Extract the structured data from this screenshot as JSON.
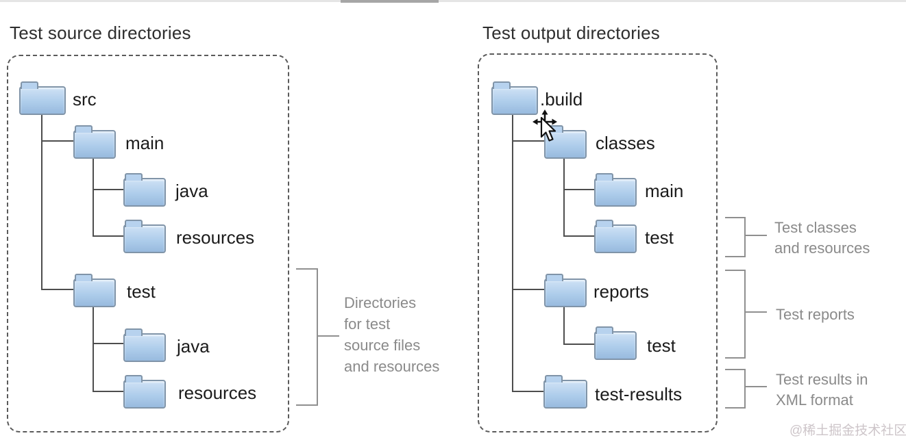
{
  "top_bar": {
    "track_color": "#e5e5e5",
    "thumb_color": "#a6a6a6"
  },
  "source_panel": {
    "title": "Test source directories",
    "folders": [
      "src",
      "main",
      "java",
      "resources",
      "test",
      "java",
      "resources"
    ],
    "annotation_lines": [
      "Directories",
      "for test",
      "source files",
      "and resources"
    ]
  },
  "output_panel": {
    "title": "Test output directories",
    "folders": [
      ".build",
      "classes",
      "main",
      "test",
      "reports",
      "test",
      "test-results"
    ],
    "annotations": [
      {
        "lines": [
          "Test classes",
          "and resources"
        ]
      },
      {
        "lines": [
          "Test reports"
        ]
      },
      {
        "lines": [
          "Test results in",
          "XML format"
        ]
      }
    ]
  },
  "watermark": "@稀土掘金技术社区",
  "colors": {
    "folder_fill_top": "#cfe2f5",
    "folder_fill_bottom": "#98bade",
    "folder_border": "#8094a8",
    "tree_line": "#4d4d4d",
    "bracket": "#8f8f8f",
    "annotation_text": "#8a8a8a",
    "title_text": "#2e2e2e",
    "label_text": "#1b1b1b"
  }
}
